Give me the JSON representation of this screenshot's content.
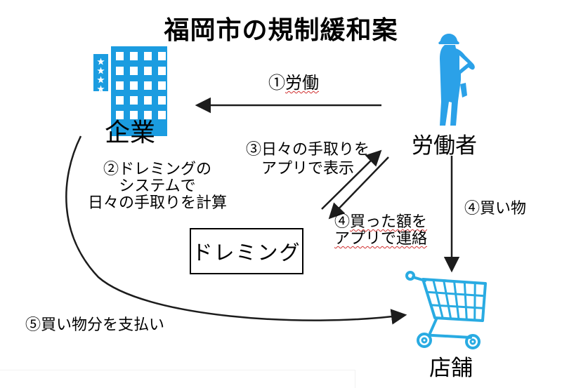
{
  "title": "福岡市の規制緩和案",
  "colors": {
    "building_blue": "#1b9ce0",
    "worker_blue": "#2ba1e8",
    "cart_blue": "#29abe2",
    "arrow_black": "#1c1c1c",
    "spellcheck_red": "#d03030"
  },
  "entities": {
    "company": {
      "label": "企業"
    },
    "worker": {
      "label": "労働者"
    },
    "store": {
      "label": "店舗"
    },
    "doreming": {
      "label": "ドレミング"
    }
  },
  "steps": {
    "s1": {
      "prefix": "①",
      "text": "労働"
    },
    "s2": {
      "line1": "②ドレミングの",
      "line2": "システムで",
      "line3": "日々の手取りを計算"
    },
    "s3": {
      "line1": "③日々の手取りを",
      "line2": "アプリで表示"
    },
    "s4_app": {
      "prefix": "④",
      "line1": "買った額を",
      "line2": "アプリで連絡"
    },
    "s4_shop": {
      "text": "④買い物"
    },
    "s5": {
      "text": "⑤買い物分を支払い"
    }
  }
}
